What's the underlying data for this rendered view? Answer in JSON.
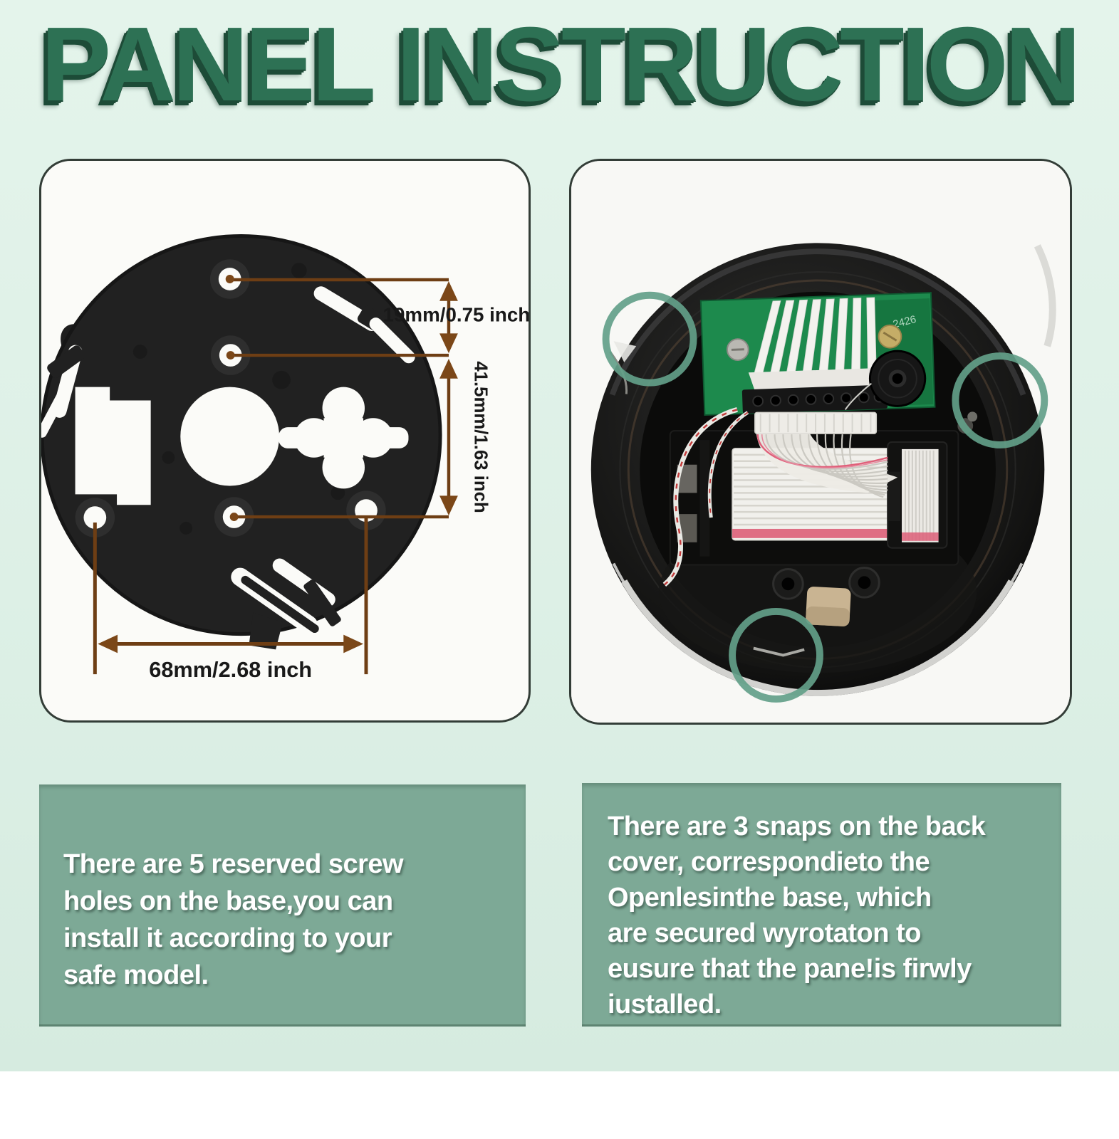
{
  "title": "PANEL INSTRUCTION",
  "colors": {
    "background_mint": "#ddf0e6",
    "panel_background": "#fbfbf8",
    "panel_border": "#333d37",
    "caption_background": "#7da996",
    "caption_text": "#ffffff",
    "title_green": "#2d7154",
    "title_shadow": "#1d4b37",
    "dimension_brown": "#6e3e14",
    "plate_black": "#212121",
    "highlight_teal": "#63a089",
    "pcb_green": "#1d8a4d",
    "ribbon_pink": "#dd5f79"
  },
  "left_panel": {
    "description": "mounting base plate dimension diagram",
    "dims": {
      "small": "19mm/0.75 inch",
      "large": "41.5mm/1.63 inch",
      "width": "68mm/2.68 inch"
    },
    "caption": {
      "full": "There are 5 reserved screw holes on the base,you can install it according to your safe model.",
      "lines": [
        "There are 5 reserved screw",
        "holes on the base,you can",
        "install it according to your",
        "safe model."
      ]
    }
  },
  "right_panel": {
    "description": "back cover photo with snap points circled",
    "pcb_marking": "2426",
    "caption": {
      "full": "There are 3 snaps on the back cover, correspondieto the Openlesinthe base, which are secured wyrotaton to eusure that the pane!is firwly iustalled.",
      "lines": [
        "There are 3 snaps on the back",
        "cover, correspondieto the",
        "Openlesinthe base, which",
        "are secured wyrotaton to",
        "eusure that the pane!is firwly",
        "iustalled."
      ]
    }
  }
}
